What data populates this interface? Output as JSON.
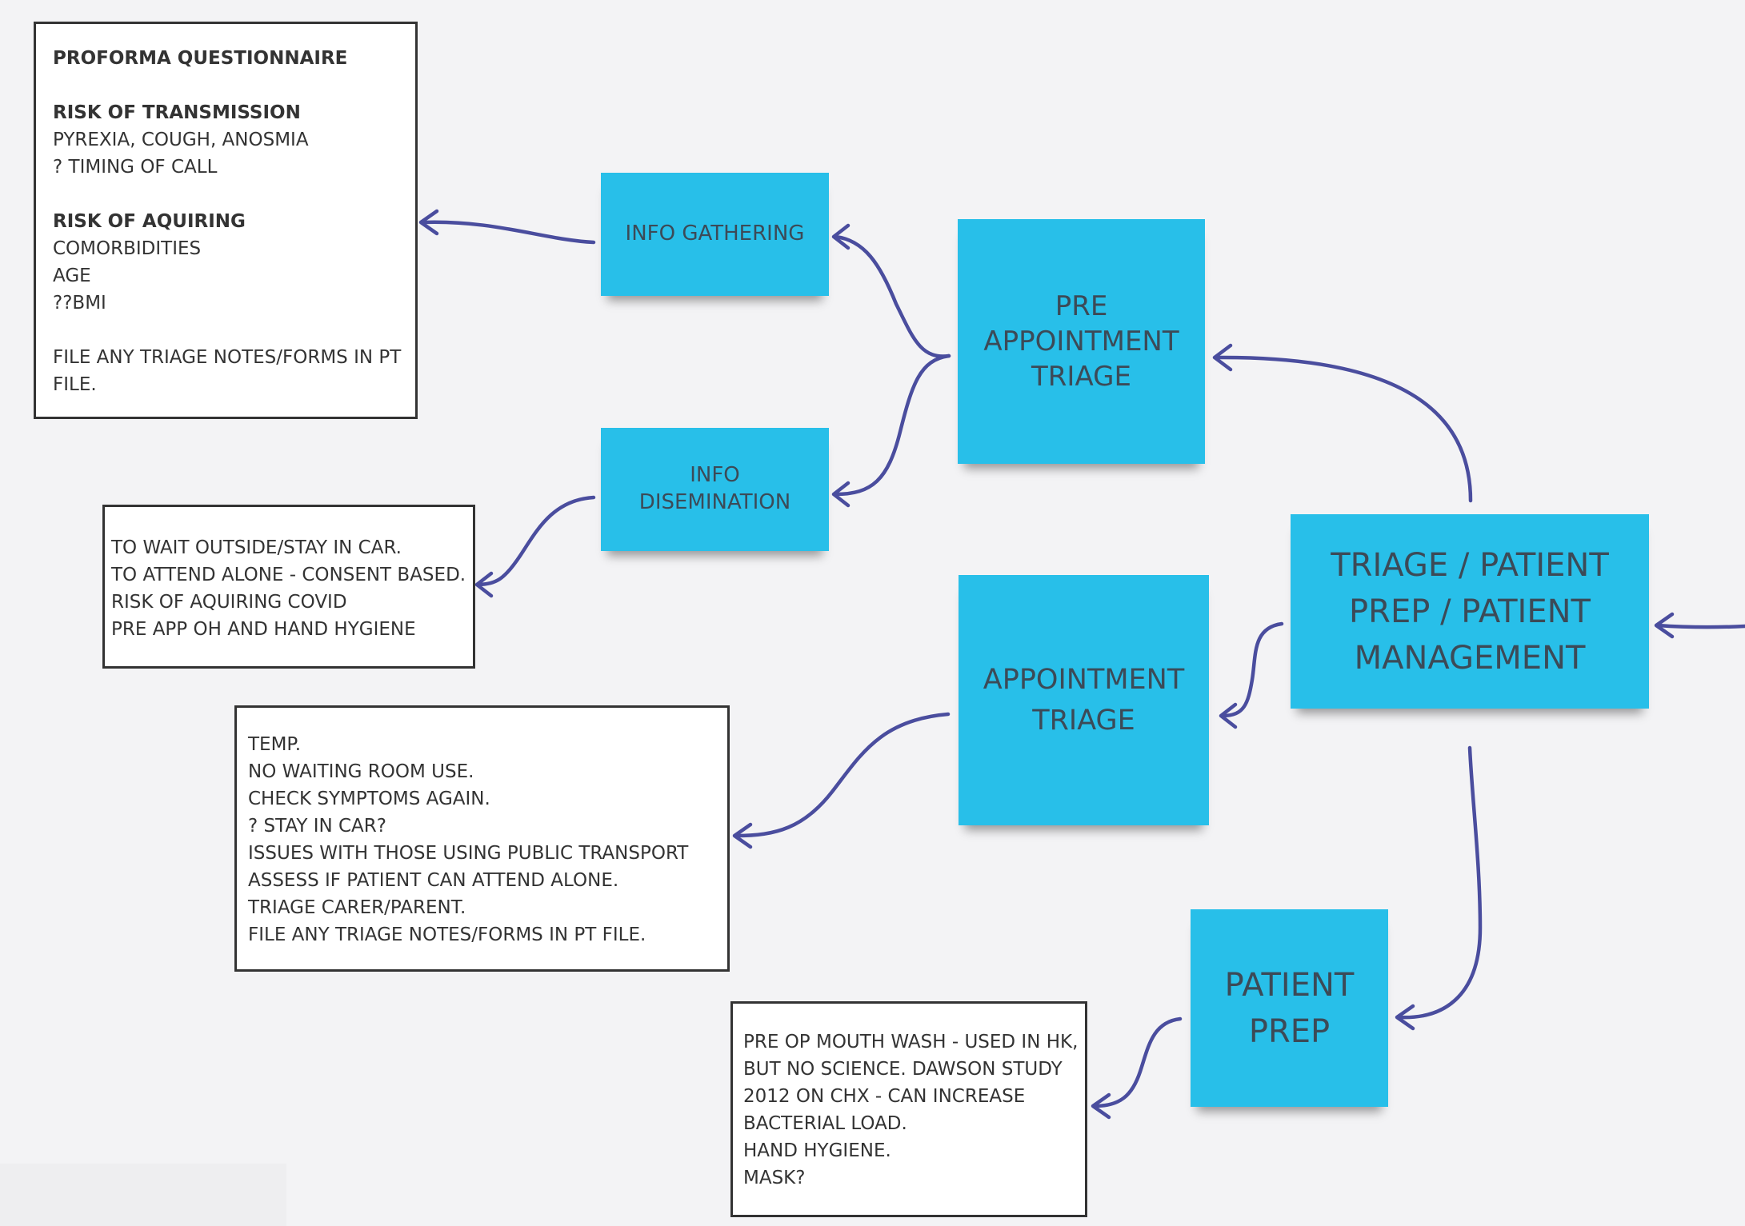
{
  "stickies": {
    "info_gathering": "INFO GATHERING",
    "info_disemination": [
      "INFO",
      "DISEMINATION"
    ],
    "pre_appointment_triage": [
      "PRE",
      "APPOINTMENT",
      "TRIAGE"
    ],
    "triage_patient_management": [
      "TRIAGE / PATIENT",
      "PREP / PATIENT",
      "MANAGEMENT"
    ],
    "appointment_triage": [
      "APPOINTMENT",
      "TRIAGE"
    ],
    "patient_prep": [
      "PATIENT",
      "PREP"
    ]
  },
  "notes": {
    "proforma": {
      "lines": [
        {
          "text": "PROFORMA QUESTIONNAIRE",
          "bold": true
        },
        {
          "text": "",
          "bold": false
        },
        {
          "text": "RISK OF TRANSMISSION",
          "bold": true
        },
        {
          "text": "PYREXIA, COUGH, ANOSMIA",
          "bold": false
        },
        {
          "text": "? TIMING OF CALL",
          "bold": false
        },
        {
          "text": "",
          "bold": false
        },
        {
          "text": "RISK OF AQUIRING",
          "bold": true
        },
        {
          "text": "COMORBIDITIES",
          "bold": false
        },
        {
          "text": "AGE",
          "bold": false
        },
        {
          "text": "??BMI",
          "bold": false
        },
        {
          "text": "",
          "bold": false
        },
        {
          "text": "FILE ANY TRIAGE NOTES/FORMS IN PT",
          "bold": false
        },
        {
          "text": "FILE.",
          "bold": false
        }
      ]
    },
    "wait_outside": {
      "lines": [
        "TO WAIT OUTSIDE/STAY IN CAR.",
        "TO ATTEND ALONE - CONSENT BASED.",
        "RISK OF AQUIRING COVID",
        "PRE APP OH AND HAND HYGIENE"
      ]
    },
    "temp": {
      "lines": [
        "TEMP.",
        "NO WAITING ROOM USE.",
        "CHECK SYMPTOMS AGAIN.",
        "? STAY IN CAR?",
        "ISSUES WITH THOSE USING PUBLIC TRANSPORT",
        "ASSESS IF PATIENT CAN ATTEND ALONE.",
        "TRIAGE CARER/PARENT.",
        "FILE ANY TRIAGE NOTES/FORMS IN PT FILE."
      ]
    },
    "pre_op": {
      "lines": [
        "PRE OP  MOUTH WASH - USED IN HK,",
        "BUT NO SCIENCE. DAWSON STUDY",
        "2012 ON CHX - CAN INCREASE",
        "BACTERIAL LOAD.",
        "HAND HYGIENE.",
        "MASK?"
      ]
    }
  },
  "colors": {
    "sticky": "#28bfe9",
    "sticky_text": "#3c4a57",
    "connector": "#4a4d9e",
    "note_border": "#333333",
    "canvas": "#f3f3f5"
  }
}
